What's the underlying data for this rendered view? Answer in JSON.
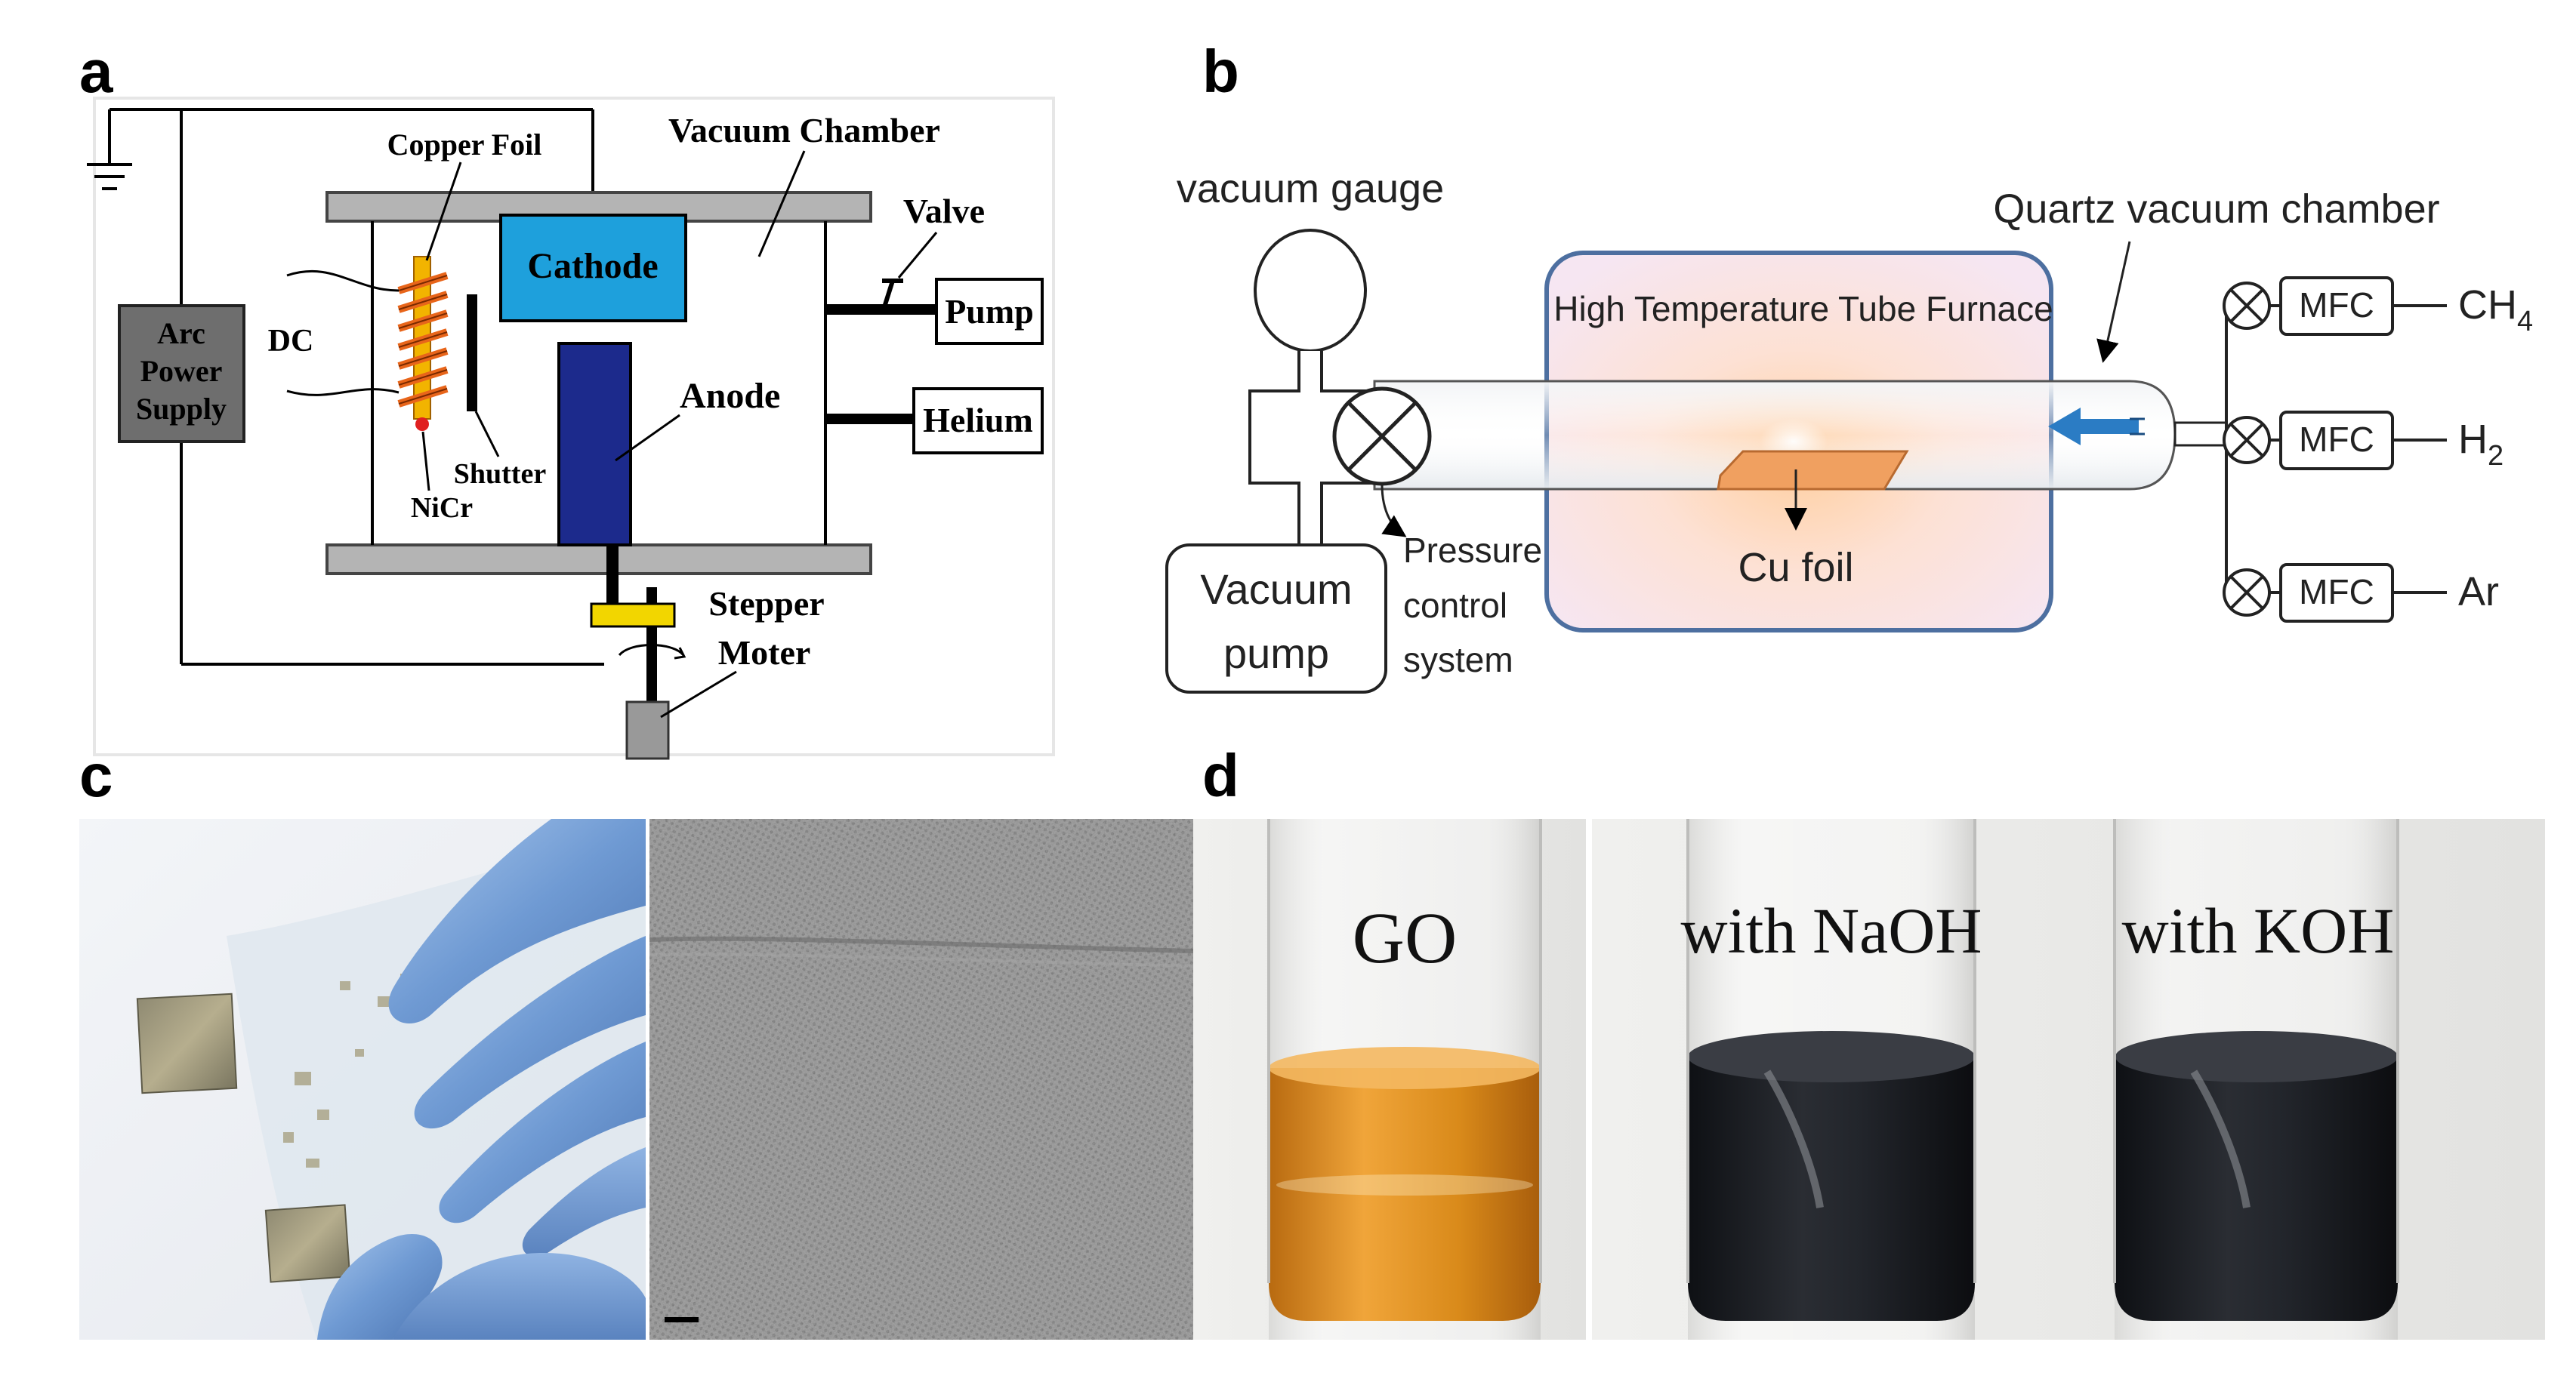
{
  "panels": {
    "a": {
      "label": "a",
      "copper_foil": "Copper Foil",
      "vacuum_chamber": "Vacuum Chamber",
      "cathode": "Cathode",
      "valve": "Valve",
      "pump": "Pump",
      "helium": "Helium",
      "dc": "DC",
      "anode": "Anode",
      "arc_line1": "Arc",
      "arc_line2": "Power",
      "arc_line3": "Supply",
      "shutter": "Shutter",
      "nicr": "NiCr",
      "stepper_line1": "Stepper",
      "stepper_line2": "Moter",
      "colors": {
        "cathode": "#1ea0dc",
        "anode": "#1c2a8c",
        "coil": "#e8651a",
        "power": "#6e6e6e",
        "plate": "#b4b4b4",
        "stepper": "#f2d600"
      }
    },
    "b": {
      "label": "b",
      "vacuum_gauge": "vacuum gauge",
      "vacuum_pump_line1": "Vacuum",
      "vacuum_pump_line2": "pump",
      "pressure_line1": "Pressure",
      "pressure_line2": "control",
      "pressure_line3": "system",
      "furnace": "High Temperature Tube Furnace",
      "quartz": "Quartz  vacuum chamber",
      "cu_foil": "Cu foil",
      "mfc": [
        "MFC",
        "MFC",
        "MFC"
      ],
      "gases": [
        {
          "base": "CH",
          "sub": "4"
        },
        {
          "base": "H",
          "sub": "2"
        },
        {
          "base": "Ar",
          "sub": ""
        }
      ],
      "colors": {
        "furnace_border": "#4d6fa0",
        "foil": "#f0a060",
        "arrow": "#2b7cc4"
      }
    },
    "c": {
      "label": "c"
    },
    "d": {
      "label": "d",
      "samples": [
        "GO",
        "with NaOH",
        "with KOH"
      ],
      "colors": {
        "go_liquid": "#d98a1a",
        "dark_liquid": "#1c1e22"
      }
    }
  }
}
